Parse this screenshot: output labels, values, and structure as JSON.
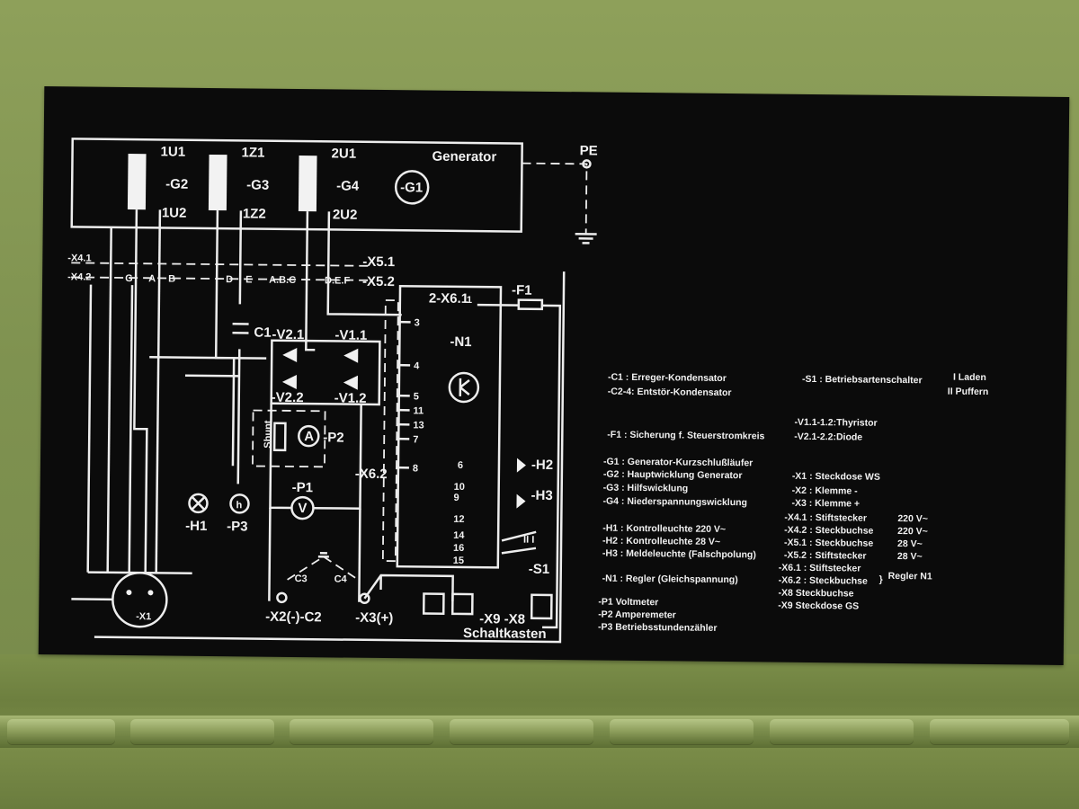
{
  "diagram": {
    "labels": {
      "u1_top": "1U1",
      "u2_bottom": "1U2",
      "g2": "-G2",
      "z1_top": "1Z1",
      "z2_bottom": "1Z2",
      "g3": "-G3",
      "u21_top": "2U1",
      "u22_bottom": "2U2",
      "g4": "-G4",
      "g1": "-G1",
      "generator": "Generator",
      "pe": "PE",
      "x41": "-X4.1",
      "x42": "-X4.2",
      "t_g": "G",
      "t_a": "A",
      "t_b": "B",
      "t_d": "D",
      "t_e": "E",
      "t_abc": "A.B.C",
      "t_def": "D.E.F",
      "x51": "-X5.1",
      "x52": "-X5.2",
      "x61": "2-X6.1",
      "x61_1": "1",
      "f1": "-F1",
      "c1": "C1",
      "v21": "-V2.1",
      "v11": "-V1.1",
      "v22": "-V2.2",
      "v12": "-V1.2",
      "n1": "-N1",
      "shunt": "Shunt",
      "p2": "-P2",
      "a": "A",
      "x62": "-X6.2",
      "p1": "-P1",
      "v": "V",
      "h1": "-H1",
      "p3": "-P3",
      "h": "h",
      "h2": "-H2",
      "h3": "-H3",
      "s1": "-S1",
      "sw": "II I",
      "c3": "C3",
      "c4": "C4",
      "x1": "-X1",
      "x2": "-X2(-)-C2",
      "x3": "-X3(+)",
      "x9x8": "-X9 -X8",
      "schaltkasten": "Schaltkasten",
      "pins": [
        "3",
        "4",
        "5",
        "11",
        "13",
        "7",
        "8",
        "6",
        "10",
        "9",
        "12",
        "14",
        "16",
        "15"
      ]
    },
    "legend": {
      "c1": "-C1    : Erreger-Kondensator",
      "c24": "-C2-4: Entstör-Kondensator",
      "s1": "-S1    : Betriebsartenschalter",
      "s1_laden": "I Laden",
      "s1_puffern": "II Puffern",
      "v_thy": "-V1.1-1.2:Thyristor",
      "f1": "-F1     : Sicherung f. Steuerstromkreis",
      "v_dio": "-V2.1-2.2:Diode",
      "g1": "-G1     : Generator-Kurzschlußläufer",
      "g2": "-G2     : Hauptwicklung Generator",
      "g3": "-G3     : Hilfswicklung",
      "g4": "-G4     : Niederspannungswicklung",
      "h1": "-H1    : Kontrolleuchte 220 V~",
      "h2": "-H2    : Kontrolleuchte 28 V~",
      "h3": "-H3    : Meldeleuchte (Falschpolung)",
      "n1": "-N1    : Regler (Gleichspannung)",
      "p1": "-P1     Voltmeter",
      "p2": "-P2     Amperemeter",
      "p3": "-P3     Betriebsstundenzähler",
      "x1": "-X1    : Steckdose WS",
      "x2": "-X2    : Klemme -",
      "x3": "-X3    : Klemme +",
      "x41": "-X4.1 : Stiftstecker",
      "x41v": "220 V~",
      "x42": "-X4.2 : Steckbuchse",
      "x42v": "220 V~",
      "x51": "-X5.1 : Steckbuchse",
      "x51v": "28 V~",
      "x52": "-X5.2 : Stiftstecker",
      "x52v": "28 V~",
      "x61": "-X6.1 : Stiftstecker",
      "x62": "-X6.2 : Steckbuchse",
      "regler": "Regler N1",
      "x8": "-X8      Steckbuchse",
      "x9": "-X9     Steckdose GS"
    }
  }
}
